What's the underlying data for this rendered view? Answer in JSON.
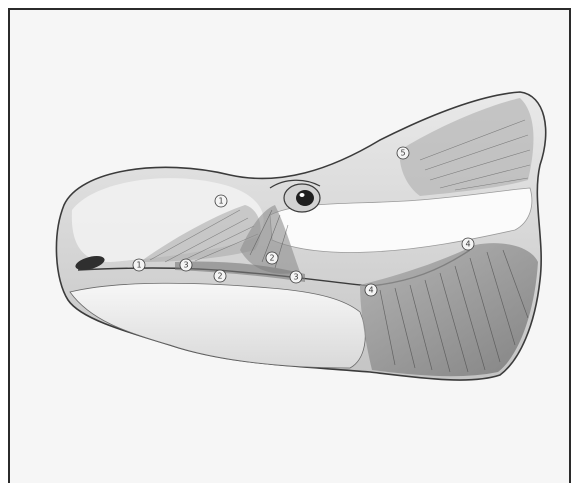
{
  "figure": {
    "markers": [
      {
        "id": "m1a",
        "label": "1"
      },
      {
        "id": "m1b",
        "label": "1"
      },
      {
        "id": "m2a",
        "label": "2"
      },
      {
        "id": "m2b",
        "label": "2"
      },
      {
        "id": "m3a",
        "label": "3"
      },
      {
        "id": "m3b",
        "label": "3"
      },
      {
        "id": "m4a",
        "label": "4"
      },
      {
        "id": "m4b",
        "label": "4"
      },
      {
        "id": "m5",
        "label": "5"
      }
    ],
    "colors": {
      "frame_border": "#2b2b2b",
      "paper": "#f6f6f6",
      "pencil_dark": "#3b3b3b",
      "pencil_mid": "#8a8a8a",
      "pencil_light": "#c9c9c9"
    }
  }
}
